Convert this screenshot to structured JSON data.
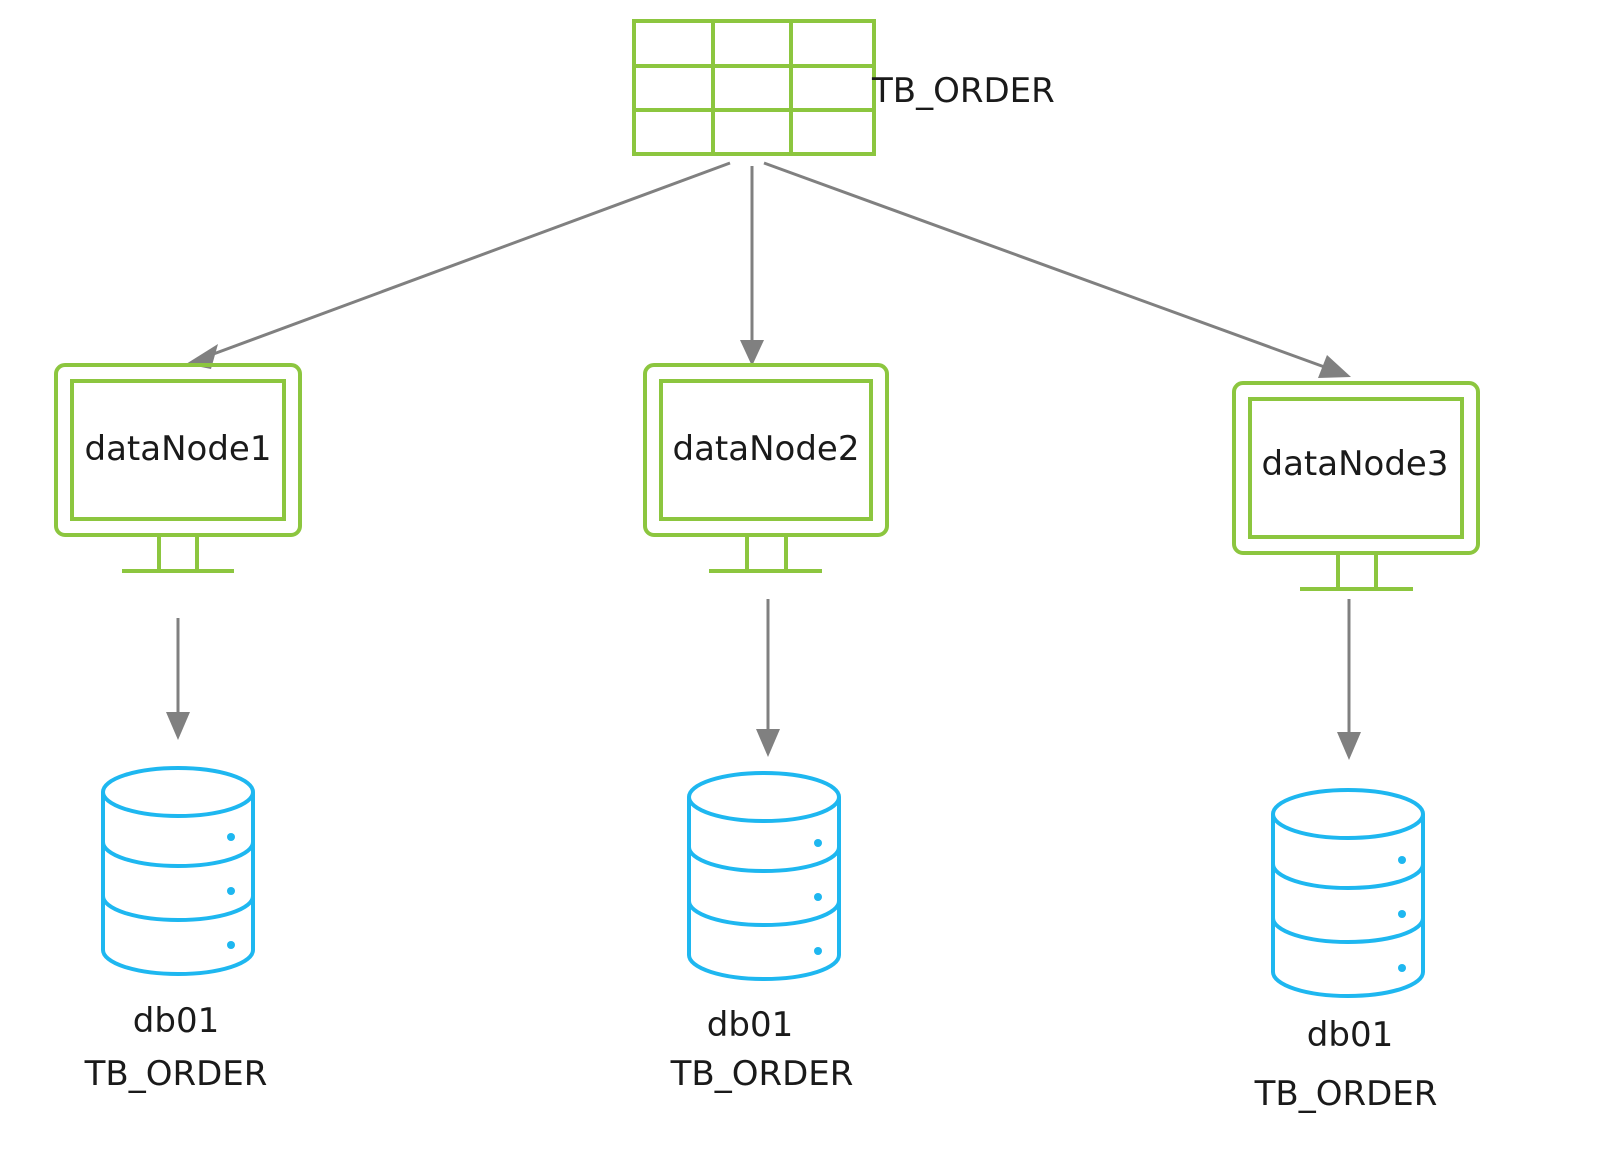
{
  "colors": {
    "table_green": "#8CC63F",
    "database_blue": "#1EB7F0",
    "arrow_gray": "#808080",
    "text": "#1a1a1a"
  },
  "logical_table": {
    "label": "TB_ORDER",
    "icon": "table-grid-icon"
  },
  "data_nodes": [
    {
      "label": "dataNode1",
      "icon": "monitor-icon"
    },
    {
      "label": "dataNode2",
      "icon": "monitor-icon"
    },
    {
      "label": "dataNode3",
      "icon": "monitor-icon"
    }
  ],
  "databases": [
    {
      "db_label": "db01",
      "table_label": "TB_ORDER",
      "icon": "database-icon"
    },
    {
      "db_label": "db01",
      "table_label": "TB_ORDER",
      "icon": "database-icon"
    },
    {
      "db_label": "db01",
      "table_label": "TB_ORDER",
      "icon": "database-icon"
    }
  ]
}
